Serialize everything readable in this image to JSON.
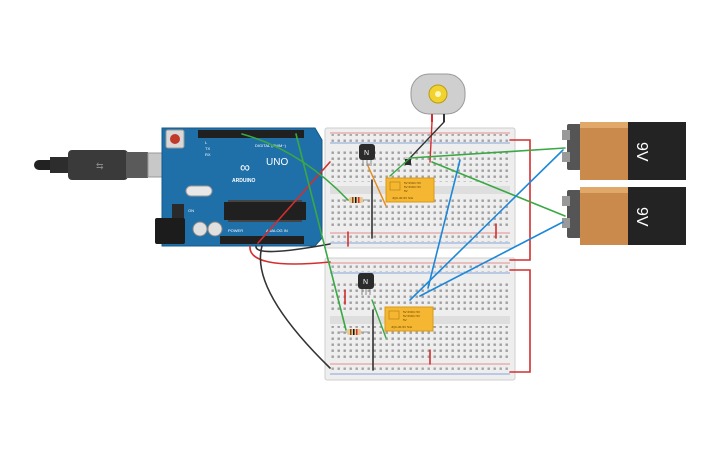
{
  "arduino": {
    "brand": "ARDUINO",
    "model": "UNO",
    "digital_label": "DIGITAL (PWM~)",
    "analog_label": "ANALOG IN",
    "power_label": "POWER",
    "logo_mark": "∞",
    "tx_label": "TX",
    "rx_label": "RX",
    "l_label": "L",
    "on_label": "ON"
  },
  "transistors": [
    {
      "label": "N"
    },
    {
      "label": "N"
    }
  ],
  "relays": [
    {
      "line1": "5V 6VDC 5V",
      "line2": "5V 6VDC 5V",
      "line3": "5V",
      "line4": "JQC-3F-5V S/H"
    },
    {
      "line1": "5V 6VDC 5V",
      "line2": "5V 6VDC 5V",
      "line3": "5V",
      "line4": "JQC-3F-5V S/H"
    }
  ],
  "batteries": [
    {
      "label": "9V"
    },
    {
      "label": "9V"
    }
  ],
  "colors": {
    "board_blue": "#1f6fa8",
    "wire_red": "#d32f2f",
    "wire_green": "#3aa844",
    "wire_blue": "#1e88d8",
    "wire_black": "#333333",
    "wire_orange": "#e48a1a",
    "relay_yellow": "#f5b731",
    "battery_copper": "#c98a4b"
  }
}
